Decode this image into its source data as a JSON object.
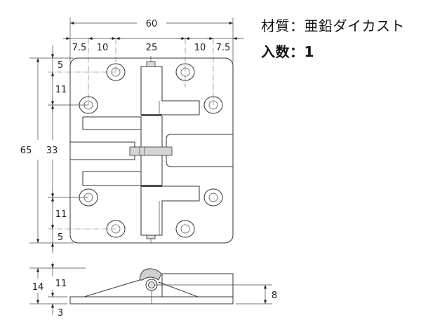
{
  "specs": {
    "material": "材質：亜鉛ダイカスト",
    "quantity": "入数：1"
  },
  "dimensions": {
    "overall_width": "60",
    "offset_left": "7.5",
    "hole_spacing_left": "10",
    "center_span": "25",
    "hole_spacing_right": "10",
    "offset_right": "7.5",
    "overall_height": "65",
    "inner_height": "33",
    "top_margin": "5",
    "top_spacing": "11",
    "bottom_spacing": "11",
    "bottom_margin": "5",
    "side_total_height": "14",
    "side_knuckle_height": "11",
    "side_plate_thickness": "3",
    "side_pin_height": "8"
  },
  "colors": {
    "line": "#333333",
    "fill_grey": "#cfcfcf"
  }
}
